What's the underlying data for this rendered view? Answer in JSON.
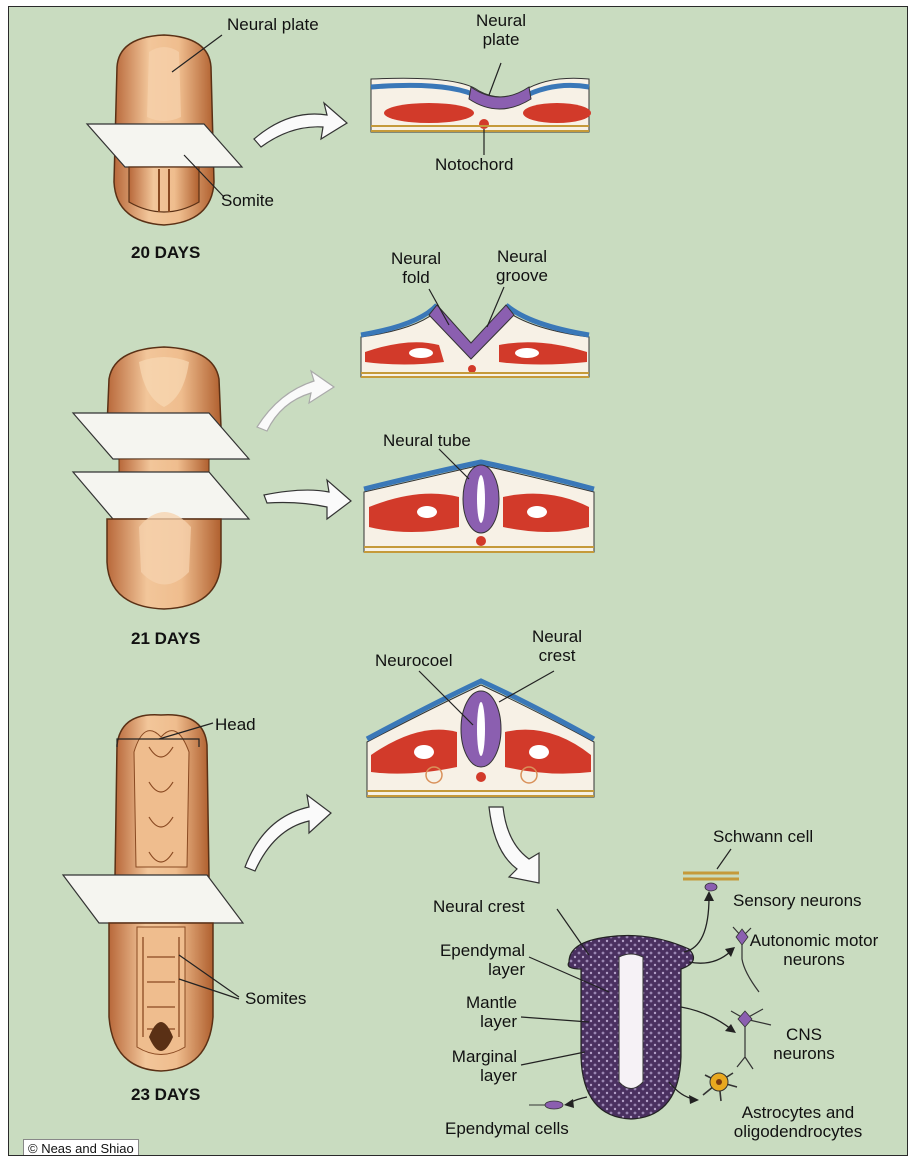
{
  "stages": {
    "d20": "20 DAYS",
    "d21": "21 DAYS",
    "d23": "23 DAYS"
  },
  "labels": {
    "neural_plate_embryo": "Neural plate",
    "somite": "Somite",
    "neural_plate_section": "Neural plate",
    "notochord": "Notochord",
    "neural_fold": "Neural fold",
    "neural_groove": "Neural groove",
    "neural_tube": "Neural tube",
    "neurocoel": "Neurocoel",
    "neural_crest_section": "Neural crest",
    "head": "Head",
    "somites": "Somites",
    "neural_crest_detail": "Neural crest",
    "ependymal_layer": "Ependymal layer",
    "mantle_layer": "Mantle layer",
    "marginal_layer": "Marginal layer",
    "ependymal_cells": "Ependymal cells",
    "schwann_cell": "Schwann cell",
    "sensory_neurons": "Sensory neurons",
    "autonomic_motor_neurons": "Autonomic motor neurons",
    "cns_neurons": "CNS neurons",
    "astrocytes": "Astrocytes and oligodendrocytes"
  },
  "copyright": "© Neas and Shiao",
  "colors": {
    "background": "#c9dcc0",
    "embryo": "#d9915a",
    "neural_tissue": "#8b5fb0",
    "mesoderm": "#d23a2a",
    "ectoderm": "#3a78b8",
    "tube_detail": "#4a3060"
  }
}
